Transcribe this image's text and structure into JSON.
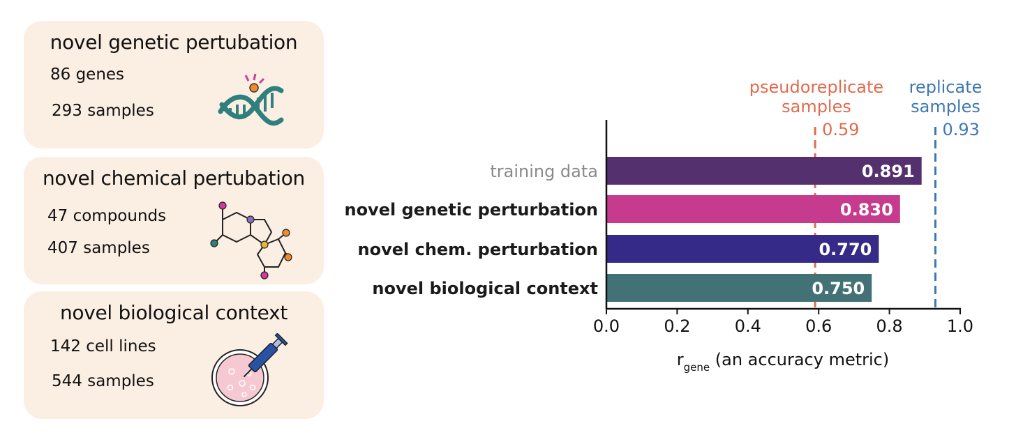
{
  "cards": [
    {
      "title": "novel genetic pertubation",
      "stats": [
        "86 genes",
        "293 samples"
      ],
      "icon": "dna-icon"
    },
    {
      "title": "novel chemical pertubation",
      "stats": [
        "47 compounds",
        "407 samples"
      ],
      "icon": "molecule-icon"
    },
    {
      "title": "novel biological context",
      "stats": [
        "142 cell lines",
        "544 samples"
      ],
      "icon": "petri-dish-syringe-icon"
    }
  ],
  "chart_data": {
    "type": "bar",
    "orientation": "horizontal",
    "categories": [
      "training data",
      "novel genetic perturbation",
      "novel chem. perturbation",
      "novel biological context"
    ],
    "values": [
      0.891,
      0.83,
      0.77,
      0.75
    ],
    "value_labels": [
      "0.891",
      "0.830",
      "0.770",
      "0.750"
    ],
    "bar_colors": [
      "#55306f",
      "#c73b8e",
      "#352a87",
      "#437276"
    ],
    "category_label_colors": [
      "#8a8a8a",
      "#1a1a1a",
      "#1a1a1a",
      "#1a1a1a"
    ],
    "xlabel_main": "r",
    "xlabel_sub": "gene",
    "xlabel_rest": " (an accuracy metric)",
    "xlim": [
      0.0,
      1.0
    ],
    "xticks": [
      0.0,
      0.2,
      0.4,
      0.6,
      0.8,
      1.0
    ],
    "xtick_labels": [
      "0.0",
      "0.2",
      "0.4",
      "0.6",
      "0.8",
      "1.0"
    ],
    "reference_lines": [
      {
        "label_lines": [
          "pseudoreplicate",
          "samples"
        ],
        "value": 0.59,
        "value_label": "0.59",
        "color": "#e06b4e"
      },
      {
        "label_lines": [
          "replicate",
          "samples"
        ],
        "value": 0.93,
        "value_label": "0.93",
        "color": "#3d78b3"
      }
    ]
  }
}
